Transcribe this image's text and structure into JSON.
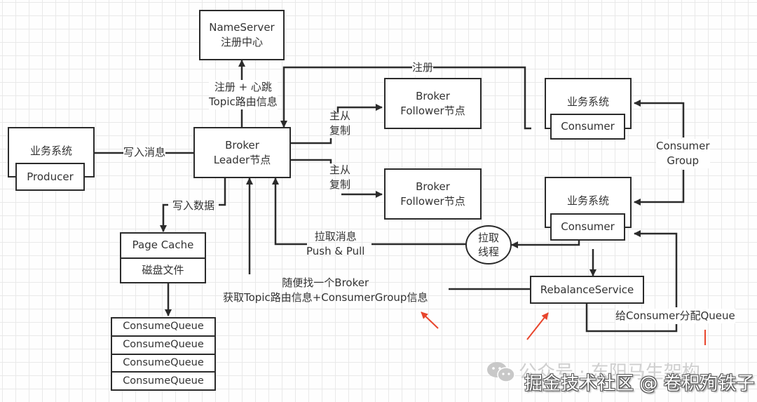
{
  "diagram": {
    "nameserver": {
      "line1": "NameServer",
      "line2": "注册中心"
    },
    "producer_system": {
      "title": "业务系统",
      "inner": "Producer"
    },
    "broker_leader": {
      "line1": "Broker",
      "line2": "Leader节点"
    },
    "broker_follower_1": {
      "line1": "Broker",
      "line2": "Follower节点"
    },
    "broker_follower_2": {
      "line1": "Broker",
      "line2": "Follower节点"
    },
    "consumer_system_1": {
      "title": "业务系统",
      "inner": "Consumer"
    },
    "consumer_system_2": {
      "title": "业务系统",
      "inner": "Consumer"
    },
    "storage": {
      "cells": [
        "Page Cache",
        "磁盘文件"
      ]
    },
    "consume_queues": [
      "ConsumeQueue",
      "ConsumeQueue",
      "ConsumeQueue",
      "ConsumeQueue"
    ],
    "pull_thread": {
      "line1": "拉取",
      "line2": "线程"
    },
    "rebalance": {
      "label": "RebalanceService"
    },
    "edge_labels": {
      "write_message": "写入消息",
      "register_heartbeat_1": "注册 + 心跳",
      "register_heartbeat_2": "Topic路由信息",
      "register": "注册",
      "replication_1": {
        "line1": "主从",
        "line2": "复制"
      },
      "replication_2": {
        "line1": "主从",
        "line2": "复制"
      },
      "write_data": "写入数据",
      "pull_message_1": "拉取消息",
      "pull_message_2": "Push & Pull",
      "find_broker_1": "随便找一个Broker",
      "find_broker_2": "获取Topic路由信息+ConsumerGroup信息",
      "consumer_group_1": "Consumer",
      "consumer_group_2": "Group",
      "assign_queue": "给Consumer分配Queue"
    },
    "watermark": {
      "back": "公众号 · 东阳马生架构",
      "front": "掘金技术社区 @ 卷积殉铁子"
    },
    "colors": {
      "line": "#2b2b2b",
      "annotation_arrow": "#e8452c",
      "grid": "#e9e9e9"
    }
  }
}
